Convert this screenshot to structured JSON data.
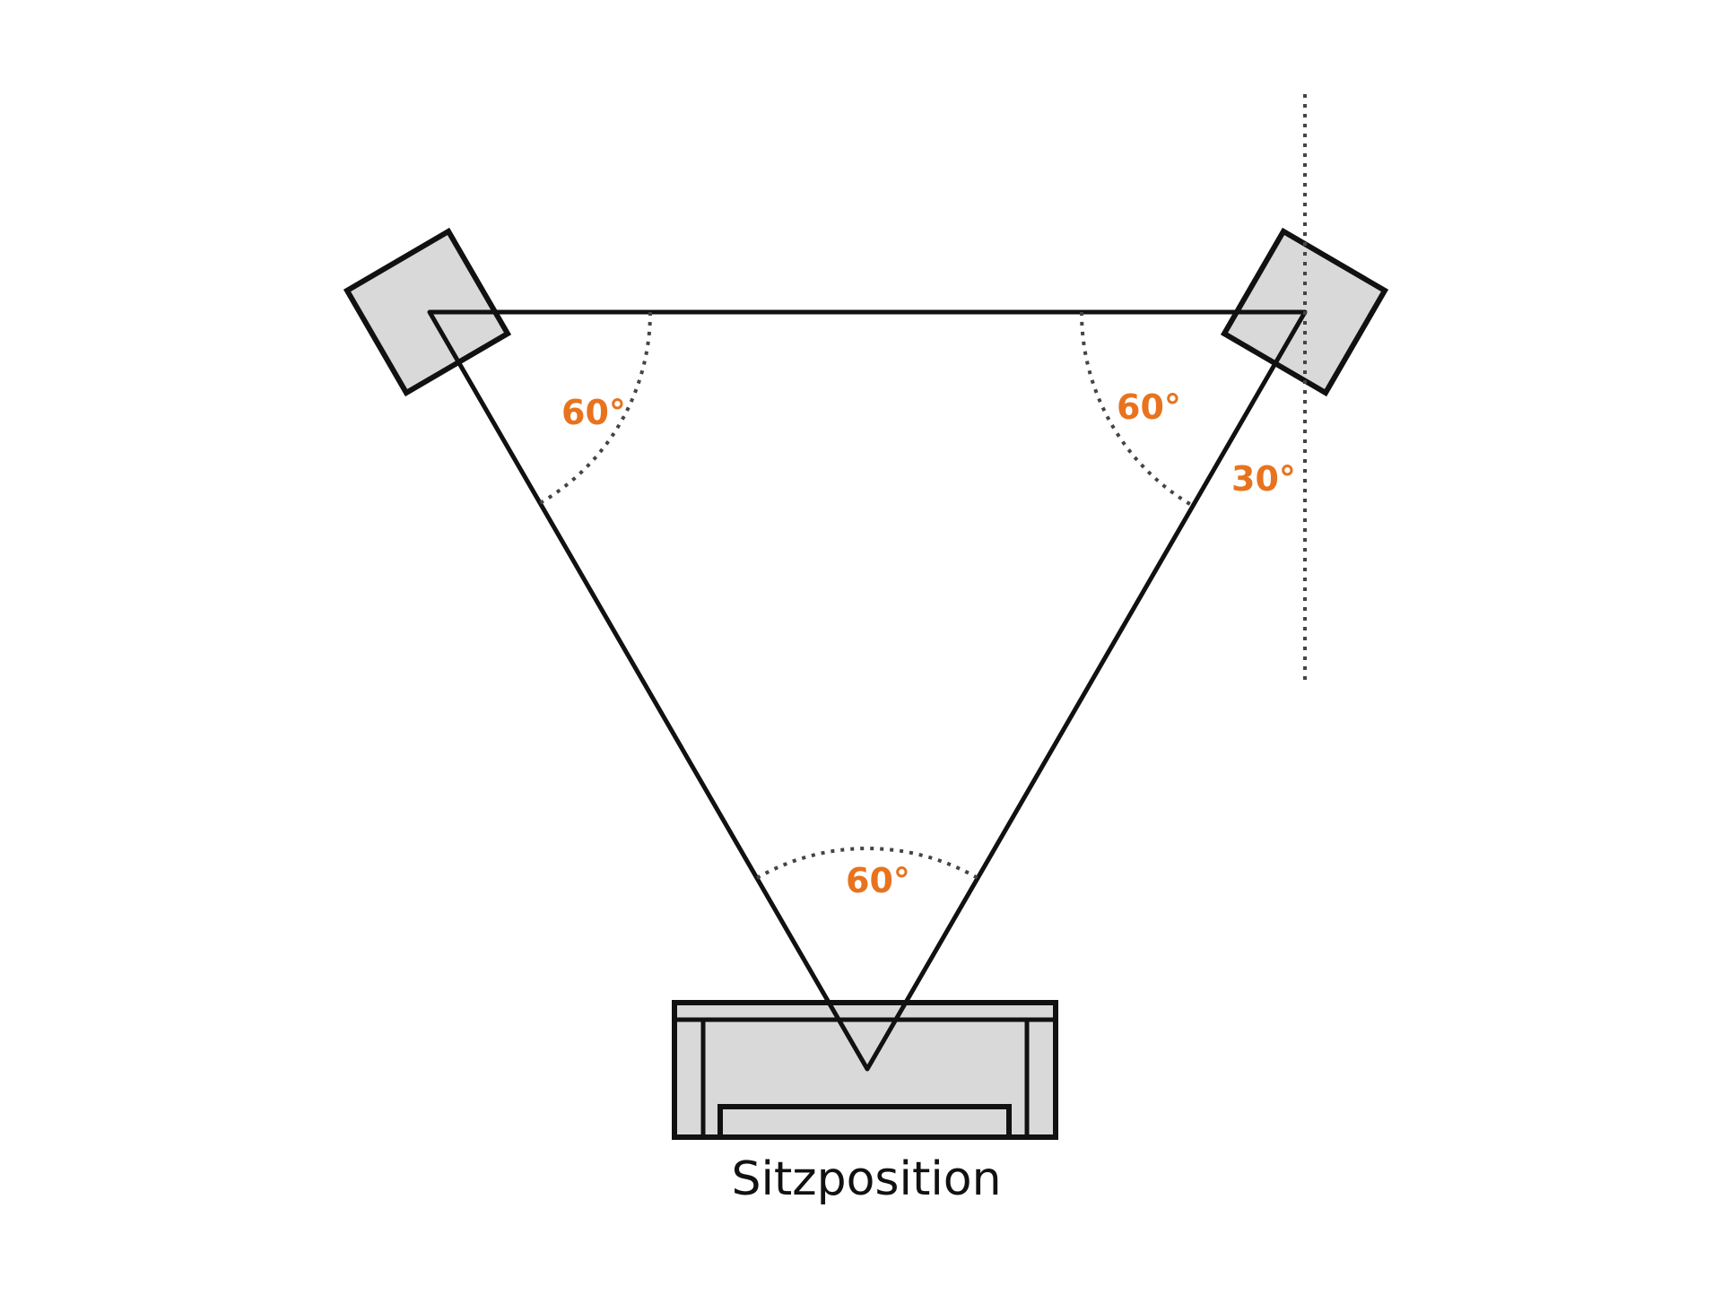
{
  "labels": {
    "angle_left": "60°",
    "angle_right": "60°",
    "angle_bottom": "60°",
    "angle_toe_in": "30°",
    "seat": "Sitzposition"
  },
  "colors": {
    "line": "#111111",
    "fill": "#d9d9d9",
    "dotted": "#444444",
    "accent": "#e8731e",
    "text": "#111111"
  }
}
